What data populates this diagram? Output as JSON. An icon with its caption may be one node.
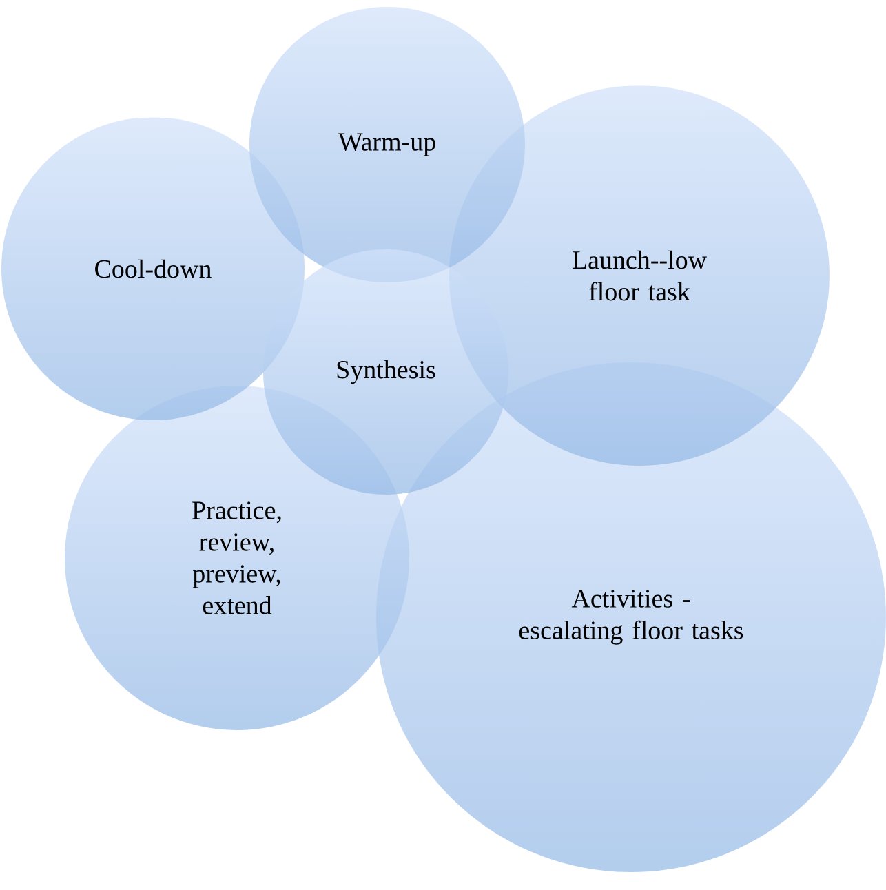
{
  "diagram": {
    "nodes": [
      {
        "text": [
          "Warm-up"
        ]
      },
      {
        "text": [
          "Cool-down"
        ]
      },
      {
        "text": [
          "Launch--low floor task"
        ]
      },
      {
        "text": [
          "Synthesis"
        ]
      },
      {
        "text": [
          "Practice, review, preview, extend"
        ]
      },
      {
        "text": [
          "Activities - escalating floor tasks"
        ]
      }
    ]
  }
}
